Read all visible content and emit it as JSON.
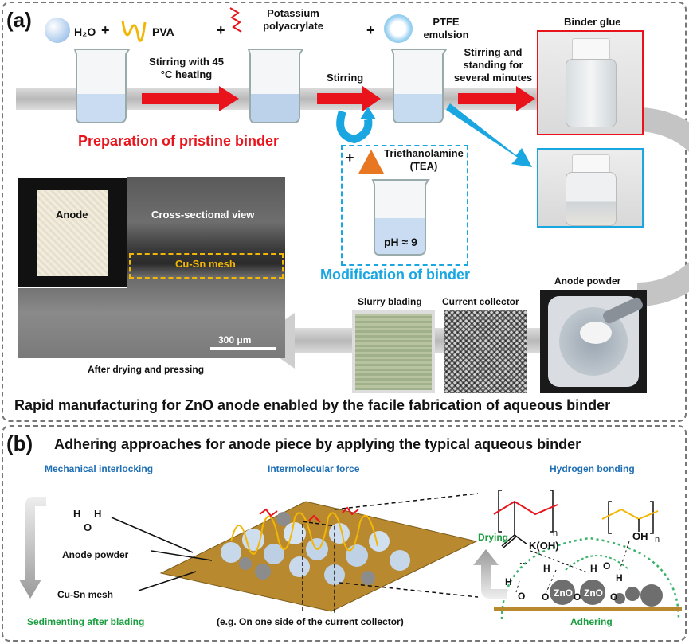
{
  "panel_a": {
    "label": "(a)",
    "ingredients": {
      "water": "H₂O",
      "pva": "PVA",
      "potassium_polyacrylate": "Potassium polyacrylate",
      "ptfe": "PTFE emulsion",
      "plus": "+"
    },
    "steps": {
      "step1": "Stirring with 45 °C heating",
      "step2": "Stirring",
      "step3": "Stirring and standing for several minutes"
    },
    "binder_glue": "Binder glue",
    "preparation_title": "Preparation of pristine binder",
    "tea_label": "Triethanolamine (TEA)",
    "ph_label": "pH ≈ 9",
    "modification_title": "Modification of binder",
    "anode_powder": "Anode powder",
    "slurry_blading": "Slurry blading",
    "current_collector": "Current collector",
    "anode_inset": "Anode",
    "cross_section": "Cross-sectional view",
    "mesh_label": "Cu-Sn mesh",
    "scale_bar": "300 μm",
    "after_drying": "After drying and pressing",
    "summary": "Rapid manufacturing for ZnO anode enabled by the facile fabrication of aqueous binder",
    "colors": {
      "red_accent": "#e8131b",
      "blue_accent": "#1aa7e1",
      "arrow_gray": "#c8c8c8",
      "mesh_label": "#f2b705"
    }
  },
  "panel_b": {
    "label": "(b)",
    "title": "Adhering approaches for anode piece by applying the typical aqueous binder",
    "mechanical": "Mechanical interlocking",
    "intermolecular": "Intermolecular force",
    "hydrogen": "Hydrogen bonding",
    "water_h1": "H",
    "water_h2": "H",
    "water_o": "O",
    "anode_powder": "Anode powder",
    "mesh": "Cu-Sn mesh",
    "sedimenting": "Sedimenting after blading",
    "example": "(e.g. On one side of the current collector)",
    "drying": "Drying",
    "adhering": "Adhering",
    "kooh": "K(OH)",
    "oh": "OH",
    "n1": "n",
    "n2": "n",
    "zno1": "ZnO",
    "zno2": "ZnO",
    "ellipsis": "...",
    "colors": {
      "blue_title": "#1f6fb5",
      "green": "#1a9e3f"
    }
  }
}
